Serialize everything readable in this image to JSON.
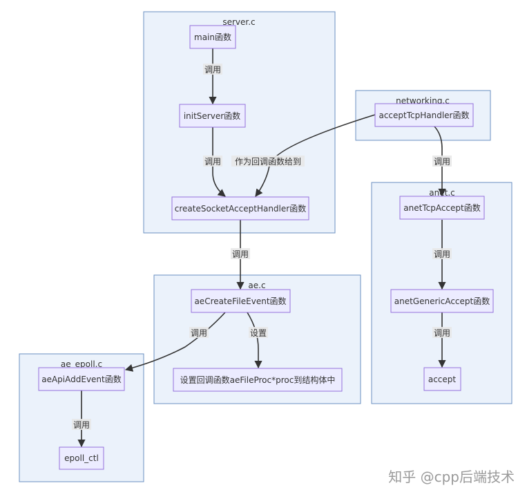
{
  "clusters": {
    "server": "server.c",
    "networking": "networking.c",
    "anet": "anet.c",
    "ae": "ae.c",
    "ae_epoll": "ae_epoll.c"
  },
  "nodes": {
    "main": "main函数",
    "initServer": "initServer函数",
    "createSocketAcceptHandler": "createSocketAcceptHandler函数",
    "acceptTcpHandler": "acceptTcpHandler函数",
    "anetTcpAccept": "anetTcpAccept函数",
    "anetGenericAccept": "anetGenericAccept函数",
    "accept": "accept",
    "aeCreateFileEvent": "aeCreateFileEvent函数",
    "setProc": "设置回调函数aeFileProc*proc到结构体中",
    "aeApiAddEvent": "aeApiAddEvent函数",
    "epoll_ctl": "epoll_ctl"
  },
  "edges": {
    "main_initServer": "调用",
    "initServer_create": "调用",
    "accept_create": "作为回调函数给到",
    "create_aeCreate": "调用",
    "acceptTcp_anetTcp": "调用",
    "anetTcp_anetGeneric": "调用",
    "anetGeneric_accept": "调用",
    "aeCreate_aeApi": "调用",
    "aeCreate_setProc": "设置",
    "aeApi_epoll": "调用"
  },
  "watermark": "知乎 @cpp后端技术"
}
